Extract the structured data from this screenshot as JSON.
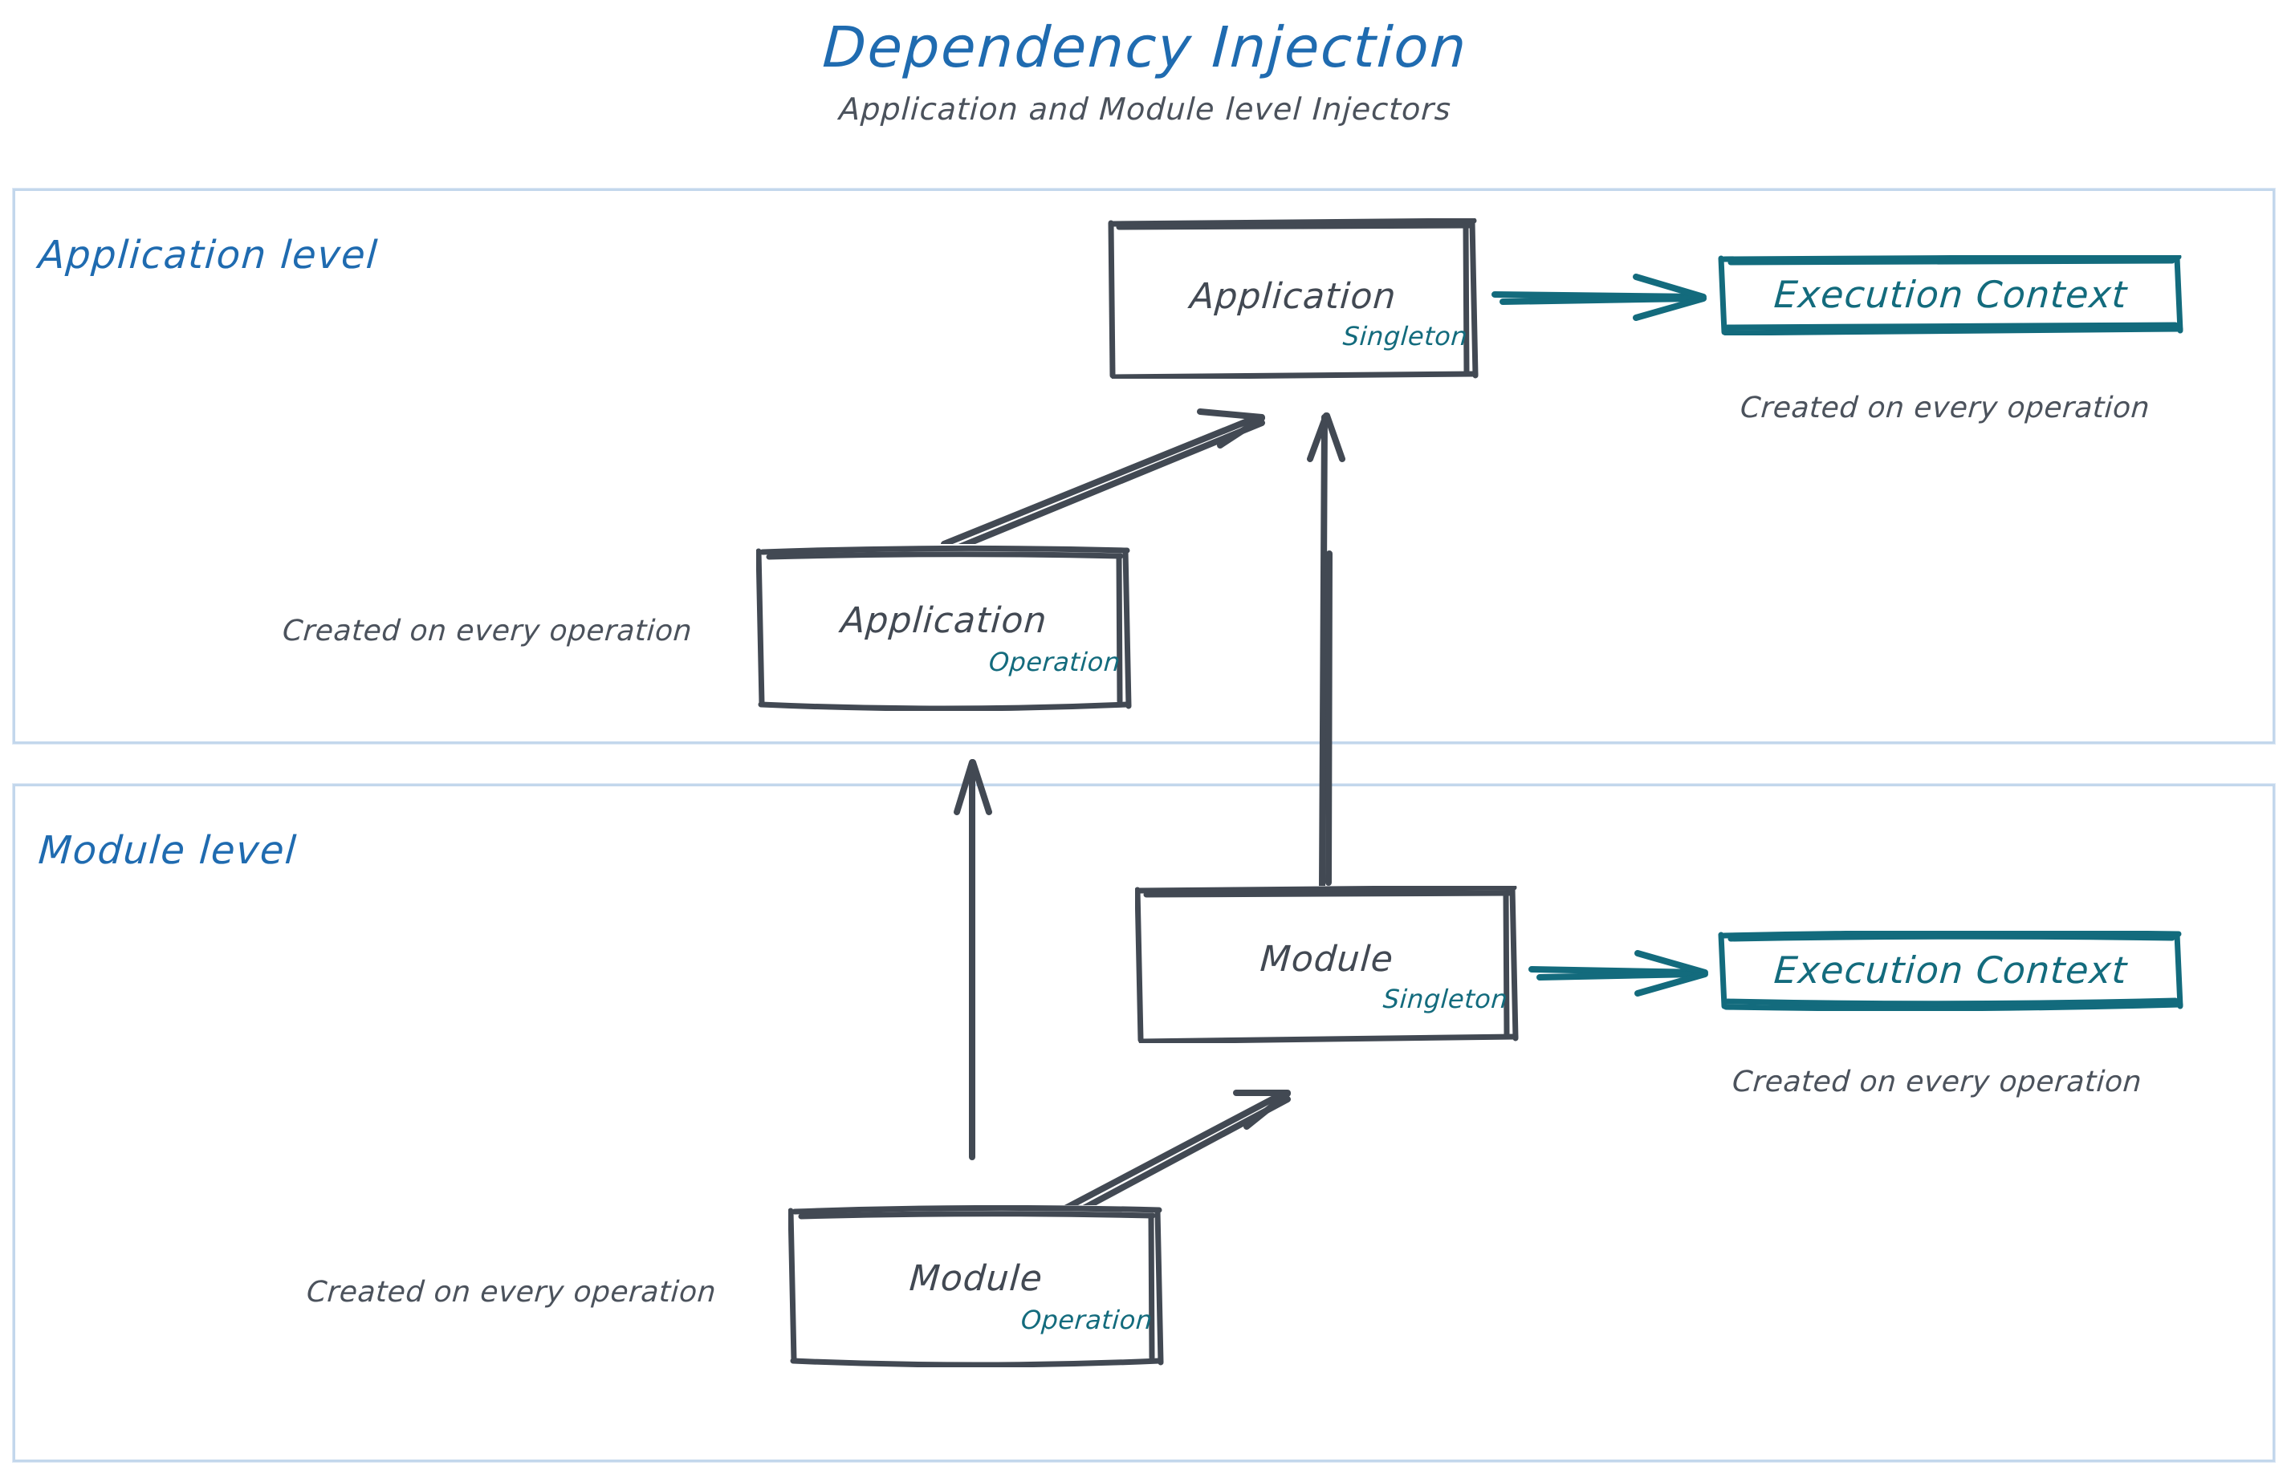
{
  "header": {
    "title": "Dependency Injection",
    "subtitle": "Application and Module level Injectors"
  },
  "colors": {
    "title_blue": "#1f6bb0",
    "ink_gray": "#424953",
    "teal": "#136b7d",
    "panel_border": "#c3d7ec",
    "background": "#ffffff"
  },
  "panels": [
    {
      "id": "application",
      "label": "Application level"
    },
    {
      "id": "module",
      "label": "Module level"
    }
  ],
  "boxes": {
    "app_singleton": {
      "title": "Application",
      "stereotype": "Singleton"
    },
    "app_operation": {
      "title": "Application",
      "stereotype": "Operation"
    },
    "mod_singleton": {
      "title": "Module",
      "stereotype": "Singleton"
    },
    "mod_operation": {
      "title": "Module",
      "stereotype": "Operation"
    },
    "exec_ctx_app": {
      "title": "Execution Context"
    },
    "exec_ctx_mod": {
      "title": "Execution Context"
    }
  },
  "captions": {
    "app_operation": "Created on every operation",
    "mod_operation": "Created on every operation",
    "exec_ctx_app": "Created on every operation",
    "exec_ctx_mod": "Created on every operation"
  },
  "arrows": [
    {
      "id": "app-operation-to-app-singleton",
      "from": "app_operation",
      "to": "app_singleton",
      "color": "#424953",
      "style": "double-line"
    },
    {
      "id": "mod-singleton-to-app-singleton",
      "from": "mod_singleton",
      "to": "app_singleton",
      "color": "#424953",
      "style": "double-line"
    },
    {
      "id": "mod-operation-to-app-operation",
      "from": "mod_operation",
      "to": "app_operation",
      "color": "#424953",
      "style": "single-line"
    },
    {
      "id": "mod-operation-to-mod-singleton",
      "from": "mod_operation",
      "to": "mod_singleton",
      "color": "#424953",
      "style": "double-line"
    },
    {
      "id": "app-singleton-to-exec-ctx-app",
      "from": "app_singleton",
      "to": "exec_ctx_app",
      "color": "#136b7d",
      "style": "double-line"
    },
    {
      "id": "mod-singleton-to-exec-ctx-mod",
      "from": "mod_singleton",
      "to": "exec_ctx_mod",
      "color": "#136b7d",
      "style": "double-line"
    }
  ]
}
